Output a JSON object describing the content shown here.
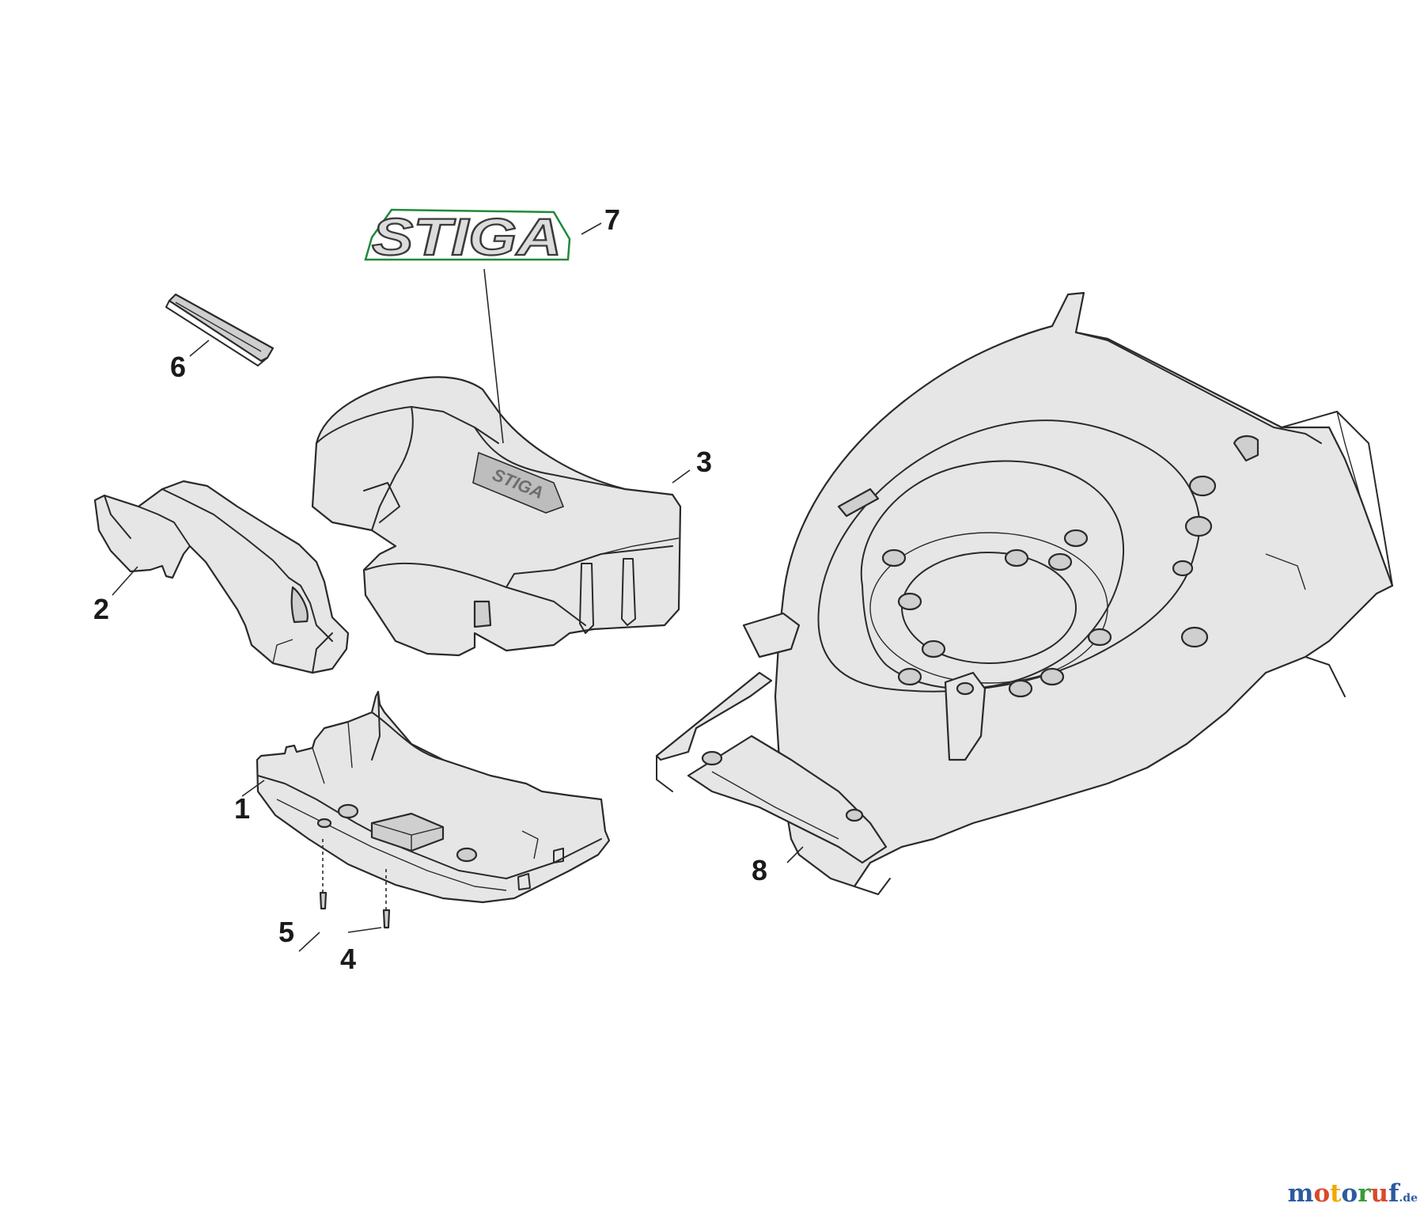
{
  "parts": [
    {
      "number": "1"
    },
    {
      "number": "2"
    },
    {
      "number": "3"
    },
    {
      "number": "4"
    },
    {
      "number": "5"
    },
    {
      "number": "6"
    },
    {
      "number": "7"
    },
    {
      "number": "8"
    }
  ],
  "logo": {
    "brand": "STIGA",
    "stroke_color": "#1f8a3a",
    "fill_color": "#dcdcdc"
  },
  "watermark": {
    "brand": "motoruf",
    "suffix": ".de",
    "colors": [
      "#2c5aa0",
      "#d94a2b",
      "#f2a900",
      "#2c5aa0",
      "#3a9a3a",
      "#d94a2b",
      "#2c5aa0"
    ]
  }
}
